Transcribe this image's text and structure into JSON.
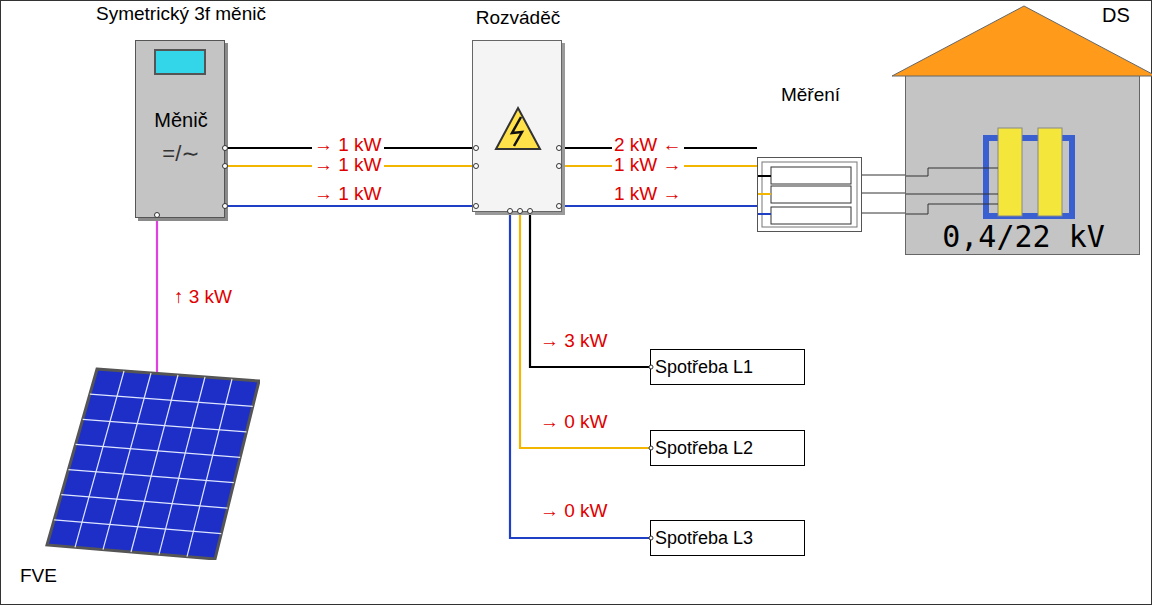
{
  "diagram": {
    "nodes": [
      {
        "text": [
          "Symetrický 3f měnič",
          "Měnič",
          "=/∼"
        ]
      },
      {
        "text": [
          "Rozváděč"
        ]
      },
      {
        "text": [
          "Měření"
        ]
      },
      {
        "text": [
          "DS",
          "0,4/22 kV"
        ]
      },
      {
        "text": [
          "FVE"
        ]
      },
      {
        "text": [
          "Spotřeba L1"
        ]
      },
      {
        "text": [
          "Spotřeba L2"
        ]
      },
      {
        "text": [
          "Spotřeba L3"
        ]
      }
    ],
    "edges": [
      {
        "from": 0,
        "to": 1,
        "label": "→ 1 kW",
        "arrow": "none"
      },
      {
        "from": 0,
        "to": 1,
        "label": "→ 1 kW",
        "arrow": "none"
      },
      {
        "from": 0,
        "to": 1,
        "label": "→ 1 kW",
        "arrow": "none"
      },
      {
        "from": 1,
        "to": 2,
        "label": "2 kW ←",
        "arrow": "none"
      },
      {
        "from": 1,
        "to": 2,
        "label": "1 kW →",
        "arrow": "none"
      },
      {
        "from": 1,
        "to": 2,
        "label": "1 kW →",
        "arrow": "none"
      },
      {
        "from": 2,
        "to": 3,
        "arrow": "none"
      },
      {
        "from": 2,
        "to": 3,
        "arrow": "none"
      },
      {
        "from": 2,
        "to": 3,
        "arrow": "none"
      },
      {
        "from": 4,
        "to": 0,
        "label": "↑ 3 kW",
        "arrow": "none"
      },
      {
        "from": 1,
        "to": 5,
        "label": "→ 3 kW",
        "arrow": "none"
      },
      {
        "from": 1,
        "to": 6,
        "label": "→ 0 kW",
        "arrow": "none"
      },
      {
        "from": 1,
        "to": 7,
        "label": "→ 0 kW",
        "arrow": "none"
      }
    ]
  }
}
